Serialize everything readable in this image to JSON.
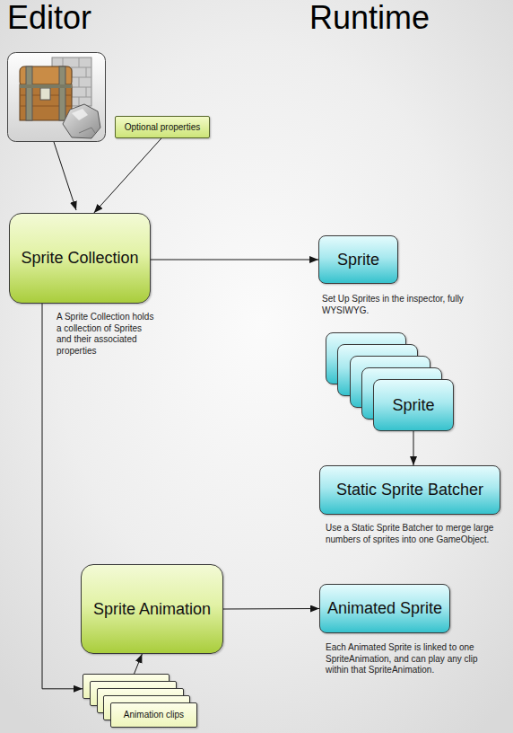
{
  "diagram": {
    "nodes": [
      {
        "text": [
          "Optional properties"
        ]
      },
      {
        "text": [
          "Sprite Collection",
          "A Sprite Collection holds a collection of Sprites and their associated properties"
        ]
      },
      {
        "text": [
          "Sprite",
          "Set Up Sprites in the inspector, fully WYSIWYG."
        ]
      },
      {
        "text": [
          "Sprite"
        ]
      },
      {
        "text": [
          "Static Sprite Batcher",
          "Use a Static Sprite Batcher to merge large numbers of sprites into one GameObject."
        ]
      },
      {
        "text": [
          "Sprite Animation"
        ]
      },
      {
        "text": [
          "Animated Sprite",
          "Each Animated Sprite is linked to one SpriteAnimation, and can play any clip within that SpriteAnimation."
        ]
      },
      {
        "text": [
          "Animation clips"
        ]
      }
    ],
    "edges": [
      {
        "from": 0,
        "to": 1,
        "arrow": "to"
      },
      {
        "from": 1,
        "to": 2,
        "arrow": "to"
      },
      {
        "from": 3,
        "to": 4,
        "arrow": "to"
      },
      {
        "from": 1,
        "to": 7,
        "arrow": "to"
      },
      {
        "from": 7,
        "to": 5,
        "arrow": "to"
      },
      {
        "from": 5,
        "to": 6,
        "arrow": "to"
      }
    ],
    "labels": [
      "Editor",
      "Runtime"
    ]
  }
}
